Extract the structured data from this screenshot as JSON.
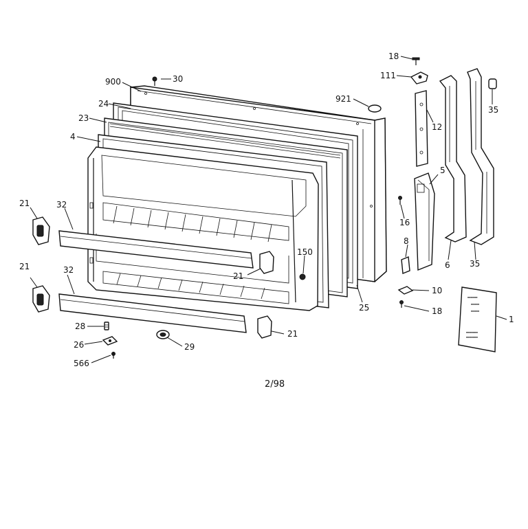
{
  "labels": {
    "p18a": "18",
    "p111": "111",
    "p35a": "35",
    "p30": "30",
    "p900": "900",
    "p921": "921",
    "p24": "24",
    "p12": "12",
    "p23": "23",
    "p4": "4",
    "p5": "5",
    "p21a": "21",
    "p32a": "32",
    "p16": "16",
    "p8": "8",
    "p6": "6",
    "p35b": "35",
    "p150": "150",
    "p21b": "21",
    "p21c": "21",
    "p32b": "32",
    "p10": "10",
    "p18b": "18",
    "p25": "25",
    "p1": "1",
    "p28": "28",
    "p21d": "21",
    "p26": "26",
    "p29": "29",
    "p566": "566"
  },
  "footer_code": "2/98"
}
